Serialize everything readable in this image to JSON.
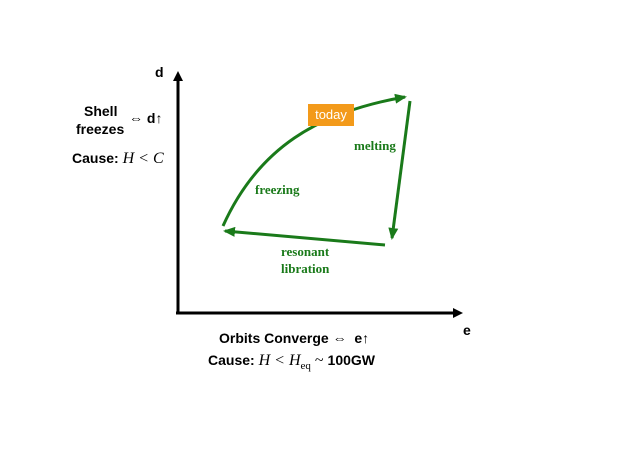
{
  "axes": {
    "y_label": "d",
    "x_label": "e"
  },
  "left_annotation": {
    "line1": "Shell",
    "line2": "freezes",
    "relation": "⇔ d↑",
    "cause_prefix": "Cause:",
    "cause_formula_H": "H",
    "cause_formula_rest": " < C"
  },
  "bottom_annotation": {
    "main": "Orbits Converge",
    "relation": "⇔  e↑",
    "cause_prefix": "Cause:",
    "cause_H": "H",
    "cause_lt": " < ",
    "cause_Heq": "H",
    "cause_sub": "eq",
    "cause_sim": " ~ ",
    "cause_value": "100GW"
  },
  "cycle_labels": {
    "today": "today",
    "melting": "melting",
    "freezing": "freezing",
    "resonant": "resonant",
    "libration": "libration"
  },
  "colors": {
    "cycle_green": "#1a7a1a",
    "today_orange": "#f39a1a",
    "axis_black": "#000000"
  }
}
